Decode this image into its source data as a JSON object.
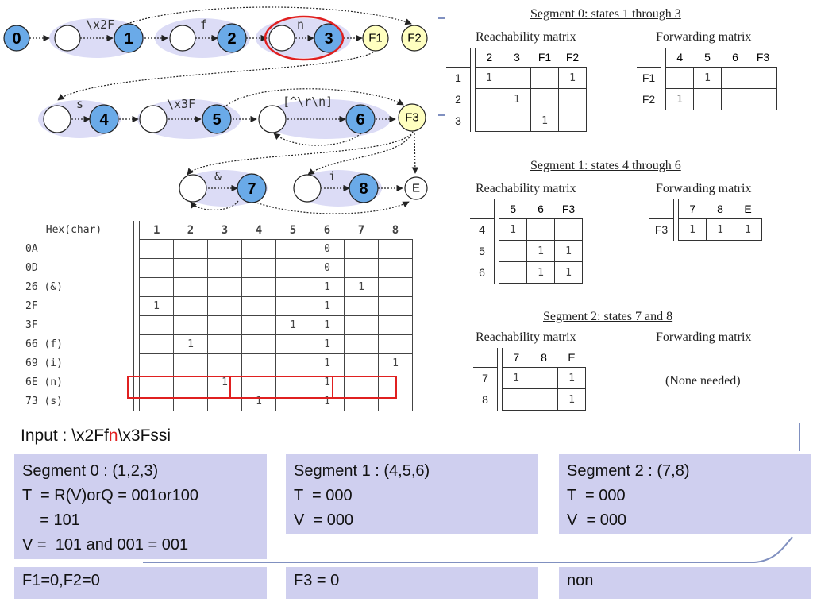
{
  "diagram": {
    "nodes": {
      "n0": "0",
      "n1": "1",
      "n2": "2",
      "n3": "3",
      "nF1": "F1",
      "nF2": "F2",
      "n4": "4",
      "n5": "5",
      "n6": "6",
      "nF3": "F3",
      "n7": "7",
      "n8": "8",
      "nE": "E"
    },
    "edge_labels": {
      "e1": "\\x2F",
      "e2": "f",
      "e3": "n",
      "e4": "s",
      "e5": "\\x3F",
      "e6": "[^\\r\\n]",
      "e7": "&",
      "e8": "i"
    }
  },
  "hex_table": {
    "header_label": "Hex(char)",
    "columns": [
      "1",
      "2",
      "3",
      "4",
      "5",
      "6",
      "7",
      "8"
    ],
    "rows": [
      {
        "label": "0A",
        "cells": [
          "",
          "",
          "",
          "",
          "",
          "0",
          "",
          ""
        ]
      },
      {
        "label": "0D",
        "cells": [
          "",
          "",
          "",
          "",
          "",
          "0",
          "",
          ""
        ]
      },
      {
        "label": "26  (&)",
        "cells": [
          "",
          "",
          "",
          "",
          "",
          "1",
          "1",
          ""
        ]
      },
      {
        "label": "2F",
        "cells": [
          "1",
          "",
          "",
          "",
          "",
          "1",
          "",
          ""
        ]
      },
      {
        "label": "3F",
        "cells": [
          "",
          "",
          "",
          "",
          "1",
          "1",
          "",
          ""
        ]
      },
      {
        "label": "66  (f)",
        "cells": [
          "",
          "1",
          "",
          "",
          "",
          "1",
          "",
          ""
        ]
      },
      {
        "label": "69  (i)",
        "cells": [
          "",
          "",
          "",
          "",
          "",
          "1",
          "",
          "1"
        ]
      },
      {
        "label": "6E  (n)",
        "cells": [
          "",
          "",
          "1",
          "",
          "",
          "1",
          "",
          ""
        ]
      },
      {
        "label": "73  (s)",
        "cells": [
          "",
          "",
          "",
          "1",
          "",
          "1",
          "",
          ""
        ]
      }
    ]
  },
  "segments": {
    "s0": {
      "title": "Segment 0: states 1 through 3",
      "reach_label": "Reachability matrix",
      "fwd_label": "Forwarding matrix",
      "reach": {
        "cols": [
          "2",
          "3",
          "F1",
          "F2"
        ],
        "rows": [
          {
            "label": "1",
            "cells": [
              "1",
              "",
              "",
              "1"
            ]
          },
          {
            "label": "2",
            "cells": [
              "",
              "1",
              "",
              ""
            ]
          },
          {
            "label": "3",
            "cells": [
              "",
              "",
              "1",
              ""
            ]
          }
        ]
      },
      "fwd": {
        "cols": [
          "4",
          "5",
          "6",
          "F3"
        ],
        "rows": [
          {
            "label": "F1",
            "cells": [
              "",
              "1",
              "",
              ""
            ]
          },
          {
            "label": "F2",
            "cells": [
              "1",
              "",
              "",
              ""
            ]
          }
        ]
      }
    },
    "s1": {
      "title": "Segment 1: states 4 through 6",
      "reach_label": "Reachability matrix",
      "fwd_label": "Forwarding matrix",
      "reach": {
        "cols": [
          "5",
          "6",
          "F3"
        ],
        "rows": [
          {
            "label": "4",
            "cells": [
              "1",
              "",
              ""
            ]
          },
          {
            "label": "5",
            "cells": [
              "",
              "1",
              "1"
            ]
          },
          {
            "label": "6",
            "cells": [
              "",
              "1",
              "1"
            ]
          }
        ]
      },
      "fwd": {
        "cols": [
          "7",
          "8",
          "E"
        ],
        "rows": [
          {
            "label": "F3",
            "cells": [
              "1",
              "1",
              "1"
            ]
          }
        ]
      }
    },
    "s2": {
      "title": "Segment 2: states 7 and 8",
      "reach_label": "Reachability matrix",
      "fwd_label": "Forwarding matrix",
      "none_label": "(None needed)",
      "reach": {
        "cols": [
          "7",
          "8",
          "E"
        ],
        "rows": [
          {
            "label": "7",
            "cells": [
              "1",
              "",
              "1"
            ]
          },
          {
            "label": "8",
            "cells": [
              "",
              "",
              "1"
            ]
          }
        ]
      }
    }
  },
  "input": {
    "prefix": "Input : \\x2Ff",
    "highlight": "n",
    "suffix": "\\x3Fssi"
  },
  "boxes": {
    "seg0": "Segment 0 : (1,2,3)\nT  = R(V)orQ = 001or100\n    = 101\nV =  101 and 001 = 001",
    "seg1": "Segment 1 : (4,5,6)\nT  = 000\nV  = 000",
    "seg2": "Segment 2 : (7,8)\nT  = 000\nV  = 000",
    "f0": "F1=0,F2=0",
    "f1": "F3 = 0",
    "f2": "non"
  },
  "colors": {
    "state_fill": "#6aaae8",
    "final_fill": "#ffffc0",
    "segment_bg": "#dcdcf6",
    "box_bg": "#cfcfef",
    "highlight": "#e02020"
  }
}
